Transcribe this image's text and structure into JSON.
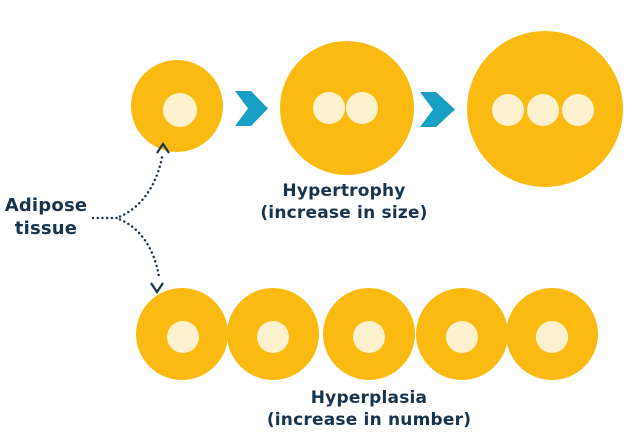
{
  "labels": {
    "source": {
      "line1": "Adipose",
      "line2": "tissue"
    },
    "hypertrophy": {
      "title": "Hypertrophy",
      "subtitle": "(increase in size)"
    },
    "hyperplasia": {
      "title": "Hyperplasia",
      "subtitle": "(increase in number)"
    }
  },
  "diagram": {
    "type": "biology-process-diagram",
    "top_row": {
      "name": "Hypertrophy",
      "process": "increase in size",
      "cells": [
        {
          "nuclei": 1,
          "relative_size": "small"
        },
        {
          "nuclei": 2,
          "relative_size": "medium"
        },
        {
          "nuclei": 3,
          "relative_size": "large"
        }
      ],
      "connector_icon": "chevron-right-icon"
    },
    "bottom_row": {
      "name": "Hyperplasia",
      "process": "increase in number",
      "cell_count": 5,
      "nuclei_per_cell": 1
    },
    "source_label": "Adipose tissue",
    "source_connectors": [
      "dotted-arrow-to-hypertrophy-row",
      "dotted-arrow-to-hyperplasia-row"
    ]
  },
  "colors": {
    "cell_yellow": "#FBBA12",
    "nucleus_cream": "#FCF1CE",
    "text_navy": "#17334E",
    "arrow_teal": "#189FC6",
    "background": "#FFFFFF"
  },
  "icons": {
    "chevron": "chevron-right-icon",
    "dotted_arrow_up": "dotted-arrow-up-icon",
    "dotted_arrow_down": "dotted-arrow-down-icon"
  }
}
